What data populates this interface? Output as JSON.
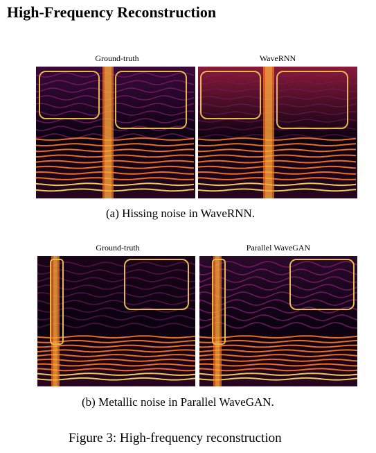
{
  "heading": "High-Frequency Reconstruction",
  "row_a": {
    "left_label": "Ground-truth",
    "right_label": "WaveRNN",
    "caption": "(a)  Hissing noise in WaveRNN."
  },
  "row_b": {
    "left_label": "Ground-truth",
    "right_label": "Parallel WaveGAN",
    "caption": "(b)  Metallic noise in Parallel WaveGAN."
  },
  "figure_caption": "Figure 3: High-frequency reconstruction",
  "colors": {
    "highlight_box": "#e8b84a",
    "spectrogram_dark": "#0a0210",
    "spectrogram_mid": "#7a1a6a",
    "spectrogram_hot": "#ff7a20",
    "spectrogram_peak": "#ffe060"
  }
}
